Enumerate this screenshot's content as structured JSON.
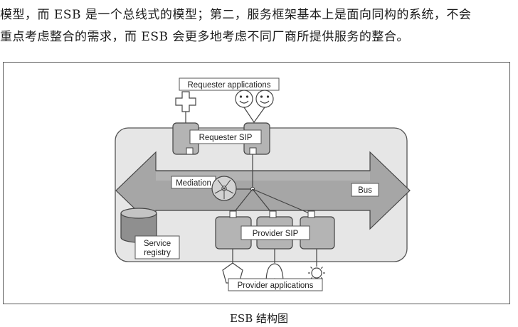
{
  "text": {
    "line1": "模型，而 ESB 是一个总线式的模型；第二，服务框架基本上是面向同构的系统，不会",
    "line2": "重点考虑整合的需求，而 ESB 会更多地考虑不同厂商所提供服务的整合。"
  },
  "diagram": {
    "requester_apps": "Requester applications",
    "requester_sip": "Requester SIP",
    "mediation": "Mediation",
    "bus": "Bus",
    "provider_sip": "Provider SIP",
    "service_registry_line1": "Service",
    "service_registry_line2": "registry",
    "provider_apps": "Provider applications"
  },
  "caption": "ESB 结构图"
}
